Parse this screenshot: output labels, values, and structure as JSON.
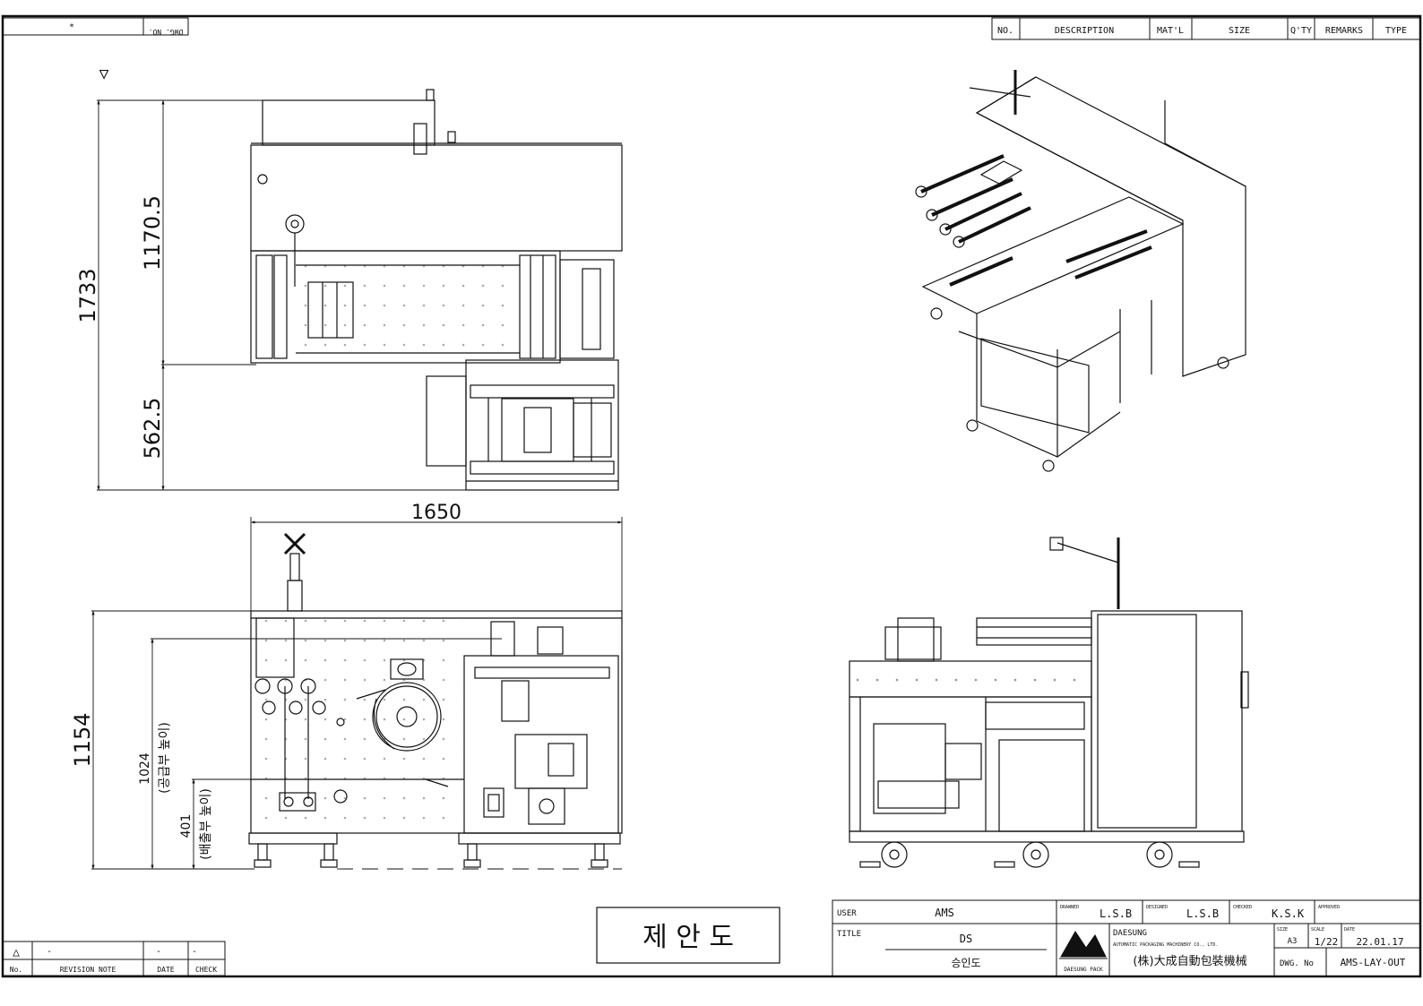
{
  "top_left_box": {
    "mark": "*",
    "label": "DWG. NO."
  },
  "parts_header": [
    "NO.",
    "DESCRIPTION",
    "MAT'L",
    "SIZE",
    "Q'TY",
    "REMARKS",
    "TYPE"
  ],
  "triangle_mark": "▽",
  "dimensions": {
    "top_total_height": "1733",
    "top_upper_height": "1170.5",
    "top_lower_height": "562.5",
    "width": "1650",
    "front_total_height": "1154",
    "supply_height": "1024",
    "supply_label": "(공급부 높이)",
    "discharge_height": "401",
    "discharge_label": "(배출부 높이)"
  },
  "stamp": "제 안 도",
  "revision": {
    "row_symbol": "△",
    "row_values": [
      "-",
      "-",
      "-"
    ],
    "headers": [
      "No.",
      "REVISION NOTE",
      "DATE",
      "CHECK"
    ]
  },
  "title_block": {
    "user_label": "USER",
    "user_value": "AMS",
    "title_label": "TITLE",
    "title_value": "DS",
    "subtitle_value": "승인도",
    "drawn_label": "DRAWNED",
    "drawn_value": "L.S.B",
    "designed_label": "DESIGNED",
    "designed_value": "L.S.B",
    "checked_label": "CHECKED",
    "checked_value": "K.S.K",
    "approved_label": "APPROVED",
    "approved_value": "",
    "company_en": "DAESUNG",
    "company_sub": "AUTOMATIC PACKAGING MACHINERY CO., LTD.",
    "company_cn": "(株)大成自動包裝機械",
    "logo_caption": "DAESUNG PACK",
    "size_label": "SIZE",
    "size_value": "A3",
    "scale_label": "SCALE",
    "scale_value": "1/22",
    "date_label": "DATE",
    "date_value": "22.01.17",
    "dwg_label": "DWG. No",
    "dwg_value": "AMS-LAY-OUT"
  }
}
